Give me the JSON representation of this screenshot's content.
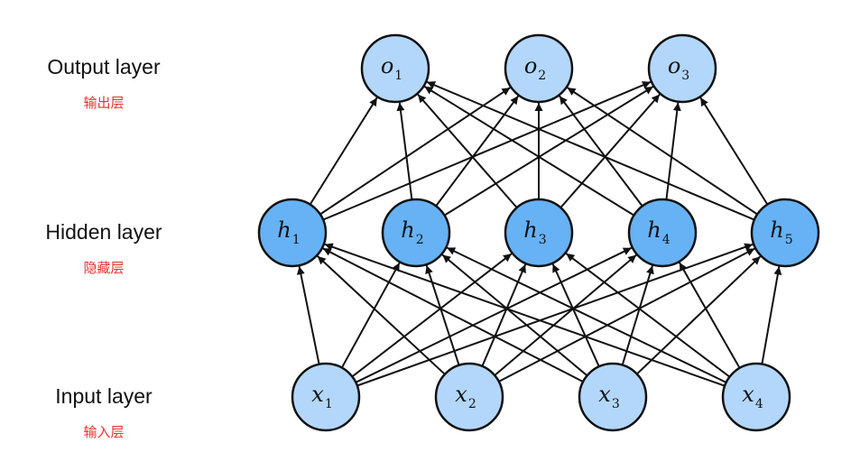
{
  "layers": {
    "output": {
      "label": "Output layer",
      "sublabel": "输出层"
    },
    "hidden": {
      "label": "Hidden layer",
      "sublabel": "隐藏层"
    },
    "input": {
      "label": "Input layer",
      "sublabel": "输入层"
    }
  },
  "nodes": {
    "output": [
      {
        "var": "o",
        "sub": "1"
      },
      {
        "var": "o",
        "sub": "2"
      },
      {
        "var": "o",
        "sub": "3"
      }
    ],
    "hidden": [
      {
        "var": "h",
        "sub": "1"
      },
      {
        "var": "h",
        "sub": "2"
      },
      {
        "var": "h",
        "sub": "3"
      },
      {
        "var": "h",
        "sub": "4"
      },
      {
        "var": "h",
        "sub": "5"
      }
    ],
    "input": [
      {
        "var": "x",
        "sub": "1"
      },
      {
        "var": "x",
        "sub": "2"
      },
      {
        "var": "x",
        "sub": "3"
      },
      {
        "var": "x",
        "sub": "4"
      }
    ]
  },
  "colors": {
    "input_fill": "#b3d7fb",
    "hidden_fill": "#66b2f5",
    "output_fill": "#b3d7fb",
    "stroke": "#111111"
  }
}
